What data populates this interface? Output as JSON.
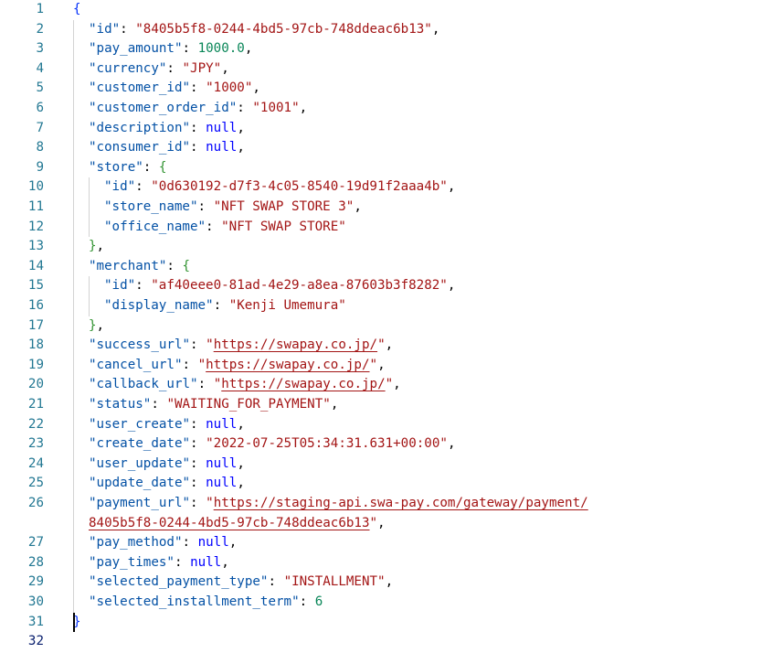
{
  "editor": {
    "language": "json",
    "active_line": 32,
    "lines": [
      {
        "n": "1",
        "indent": 0,
        "tokens": [
          {
            "t": "{",
            "c": "b1"
          }
        ]
      },
      {
        "n": "2",
        "indent": 1,
        "tokens": [
          {
            "t": "\"id\"",
            "c": "key"
          },
          {
            "t": ": ",
            "c": "punc"
          },
          {
            "t": "\"8405b5f8-0244-4bd5-97cb-748ddeac6b13\"",
            "c": "str"
          },
          {
            "t": ",",
            "c": "punc"
          }
        ]
      },
      {
        "n": "3",
        "indent": 1,
        "tokens": [
          {
            "t": "\"pay_amount\"",
            "c": "key"
          },
          {
            "t": ": ",
            "c": "punc"
          },
          {
            "t": "1000.0",
            "c": "num"
          },
          {
            "t": ",",
            "c": "punc"
          }
        ]
      },
      {
        "n": "4",
        "indent": 1,
        "tokens": [
          {
            "t": "\"currency\"",
            "c": "key"
          },
          {
            "t": ": ",
            "c": "punc"
          },
          {
            "t": "\"JPY\"",
            "c": "str"
          },
          {
            "t": ",",
            "c": "punc"
          }
        ]
      },
      {
        "n": "5",
        "indent": 1,
        "tokens": [
          {
            "t": "\"customer_id\"",
            "c": "key"
          },
          {
            "t": ": ",
            "c": "punc"
          },
          {
            "t": "\"1000\"",
            "c": "str"
          },
          {
            "t": ",",
            "c": "punc"
          }
        ]
      },
      {
        "n": "6",
        "indent": 1,
        "tokens": [
          {
            "t": "\"customer_order_id\"",
            "c": "key"
          },
          {
            "t": ": ",
            "c": "punc"
          },
          {
            "t": "\"1001\"",
            "c": "str"
          },
          {
            "t": ",",
            "c": "punc"
          }
        ]
      },
      {
        "n": "7",
        "indent": 1,
        "tokens": [
          {
            "t": "\"description\"",
            "c": "key"
          },
          {
            "t": ": ",
            "c": "punc"
          },
          {
            "t": "null",
            "c": "kw"
          },
          {
            "t": ",",
            "c": "punc"
          }
        ]
      },
      {
        "n": "8",
        "indent": 1,
        "tokens": [
          {
            "t": "\"consumer_id\"",
            "c": "key"
          },
          {
            "t": ": ",
            "c": "punc"
          },
          {
            "t": "null",
            "c": "kw"
          },
          {
            "t": ",",
            "c": "punc"
          }
        ]
      },
      {
        "n": "9",
        "indent": 1,
        "tokens": [
          {
            "t": "\"store\"",
            "c": "key"
          },
          {
            "t": ": ",
            "c": "punc"
          },
          {
            "t": "{",
            "c": "b2"
          }
        ]
      },
      {
        "n": "10",
        "indent": 2,
        "tokens": [
          {
            "t": "\"id\"",
            "c": "key"
          },
          {
            "t": ": ",
            "c": "punc"
          },
          {
            "t": "\"0d630192-d7f3-4c05-8540-19d91f2aaa4b\"",
            "c": "str"
          },
          {
            "t": ",",
            "c": "punc"
          }
        ]
      },
      {
        "n": "11",
        "indent": 2,
        "tokens": [
          {
            "t": "\"store_name\"",
            "c": "key"
          },
          {
            "t": ": ",
            "c": "punc"
          },
          {
            "t": "\"NFT SWAP STORE 3\"",
            "c": "str"
          },
          {
            "t": ",",
            "c": "punc"
          }
        ]
      },
      {
        "n": "12",
        "indent": 2,
        "tokens": [
          {
            "t": "\"office_name\"",
            "c": "key"
          },
          {
            "t": ": ",
            "c": "punc"
          },
          {
            "t": "\"NFT SWAP STORE\"",
            "c": "str"
          }
        ]
      },
      {
        "n": "13",
        "indent": 1,
        "tokens": [
          {
            "t": "}",
            "c": "b2"
          },
          {
            "t": ",",
            "c": "punc"
          }
        ]
      },
      {
        "n": "14",
        "indent": 1,
        "tokens": [
          {
            "t": "\"merchant\"",
            "c": "key"
          },
          {
            "t": ": ",
            "c": "punc"
          },
          {
            "t": "{",
            "c": "b2"
          }
        ]
      },
      {
        "n": "15",
        "indent": 2,
        "tokens": [
          {
            "t": "\"id\"",
            "c": "key"
          },
          {
            "t": ": ",
            "c": "punc"
          },
          {
            "t": "\"af40eee0-81ad-4e29-a8ea-87603b3f8282\"",
            "c": "str"
          },
          {
            "t": ",",
            "c": "punc"
          }
        ]
      },
      {
        "n": "16",
        "indent": 2,
        "tokens": [
          {
            "t": "\"display_name\"",
            "c": "key"
          },
          {
            "t": ": ",
            "c": "punc"
          },
          {
            "t": "\"Kenji Umemura\"",
            "c": "str"
          }
        ]
      },
      {
        "n": "17",
        "indent": 1,
        "tokens": [
          {
            "t": "}",
            "c": "b2"
          },
          {
            "t": ",",
            "c": "punc"
          }
        ]
      },
      {
        "n": "18",
        "indent": 1,
        "tokens": [
          {
            "t": "\"success_url\"",
            "c": "key"
          },
          {
            "t": ": ",
            "c": "punc"
          },
          {
            "t": "\"",
            "c": "str"
          },
          {
            "t": "https://swapay.co.jp/",
            "c": "str link"
          },
          {
            "t": "\"",
            "c": "str"
          },
          {
            "t": ",",
            "c": "punc"
          }
        ]
      },
      {
        "n": "19",
        "indent": 1,
        "tokens": [
          {
            "t": "\"cancel_url\"",
            "c": "key"
          },
          {
            "t": ": ",
            "c": "punc"
          },
          {
            "t": "\"",
            "c": "str"
          },
          {
            "t": "https://swapay.co.jp/",
            "c": "str link"
          },
          {
            "t": "\"",
            "c": "str"
          },
          {
            "t": ",",
            "c": "punc"
          }
        ]
      },
      {
        "n": "20",
        "indent": 1,
        "tokens": [
          {
            "t": "\"callback_url\"",
            "c": "key"
          },
          {
            "t": ": ",
            "c": "punc"
          },
          {
            "t": "\"",
            "c": "str"
          },
          {
            "t": "https://swapay.co.jp/",
            "c": "str link"
          },
          {
            "t": "\"",
            "c": "str"
          },
          {
            "t": ",",
            "c": "punc"
          }
        ]
      },
      {
        "n": "21",
        "indent": 1,
        "tokens": [
          {
            "t": "\"status\"",
            "c": "key"
          },
          {
            "t": ": ",
            "c": "punc"
          },
          {
            "t": "\"WAITING_FOR_PAYMENT\"",
            "c": "str"
          },
          {
            "t": ",",
            "c": "punc"
          }
        ]
      },
      {
        "n": "22",
        "indent": 1,
        "tokens": [
          {
            "t": "\"user_create\"",
            "c": "key"
          },
          {
            "t": ": ",
            "c": "punc"
          },
          {
            "t": "null",
            "c": "kw"
          },
          {
            "t": ",",
            "c": "punc"
          }
        ]
      },
      {
        "n": "23",
        "indent": 1,
        "tokens": [
          {
            "t": "\"create_date\"",
            "c": "key"
          },
          {
            "t": ": ",
            "c": "punc"
          },
          {
            "t": "\"2022-07-25T05:34:31.631+00:00\"",
            "c": "str"
          },
          {
            "t": ",",
            "c": "punc"
          }
        ]
      },
      {
        "n": "24",
        "indent": 1,
        "tokens": [
          {
            "t": "\"user_update\"",
            "c": "key"
          },
          {
            "t": ": ",
            "c": "punc"
          },
          {
            "t": "null",
            "c": "kw"
          },
          {
            "t": ",",
            "c": "punc"
          }
        ]
      },
      {
        "n": "25",
        "indent": 1,
        "tokens": [
          {
            "t": "\"update_date\"",
            "c": "key"
          },
          {
            "t": ": ",
            "c": "punc"
          },
          {
            "t": "null",
            "c": "kw"
          },
          {
            "t": ",",
            "c": "punc"
          }
        ]
      },
      {
        "n": "26",
        "indent": 1,
        "tokens": [
          {
            "t": "\"payment_url\"",
            "c": "key"
          },
          {
            "t": ": ",
            "c": "punc"
          },
          {
            "t": "\"",
            "c": "str"
          },
          {
            "t": "https://staging-api.swa-pay.com/gateway/payment/",
            "c": "str link"
          }
        ]
      },
      {
        "n": "",
        "indent": 1,
        "tokens": [
          {
            "t": "8405b5f8-0244-4bd5-97cb-748ddeac6b13",
            "c": "str link"
          },
          {
            "t": "\"",
            "c": "str"
          },
          {
            "t": ",",
            "c": "punc"
          }
        ]
      },
      {
        "n": "27",
        "indent": 1,
        "tokens": [
          {
            "t": "\"pay_method\"",
            "c": "key"
          },
          {
            "t": ": ",
            "c": "punc"
          },
          {
            "t": "null",
            "c": "kw"
          },
          {
            "t": ",",
            "c": "punc"
          }
        ]
      },
      {
        "n": "28",
        "indent": 1,
        "tokens": [
          {
            "t": "\"pay_times\"",
            "c": "key"
          },
          {
            "t": ": ",
            "c": "punc"
          },
          {
            "t": "null",
            "c": "kw"
          },
          {
            "t": ",",
            "c": "punc"
          }
        ]
      },
      {
        "n": "29",
        "indent": 1,
        "tokens": [
          {
            "t": "\"selected_payment_type\"",
            "c": "key"
          },
          {
            "t": ": ",
            "c": "punc"
          },
          {
            "t": "\"INSTALLMENT\"",
            "c": "str"
          },
          {
            "t": ",",
            "c": "punc"
          }
        ]
      },
      {
        "n": "30",
        "indent": 1,
        "tokens": [
          {
            "t": "\"selected_installment_term\"",
            "c": "key"
          },
          {
            "t": ": ",
            "c": "punc"
          },
          {
            "t": "6",
            "c": "num"
          }
        ]
      },
      {
        "n": "31",
        "indent": 0,
        "tokens": [
          {
            "t": "}",
            "c": "b1"
          }
        ]
      },
      {
        "n": "32",
        "indent": 0,
        "tokens": []
      }
    ]
  }
}
